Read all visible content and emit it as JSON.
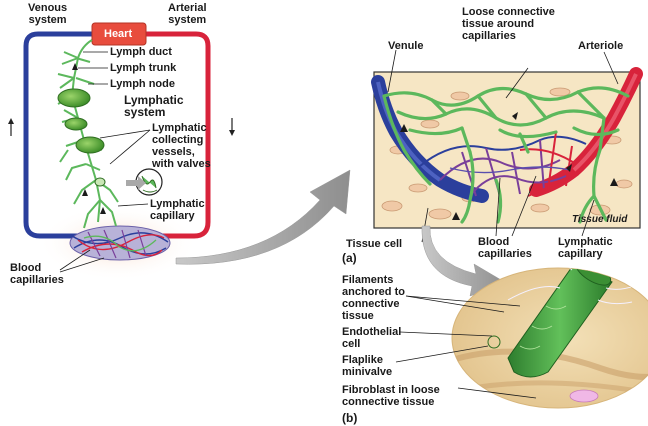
{
  "left": {
    "venous_system": [
      "Venous",
      "system"
    ],
    "arterial_system": [
      "Arterial",
      "system"
    ],
    "heart": "Heart",
    "lymph_duct": "Lymph duct",
    "lymph_trunk": "Lymph trunk",
    "lymph_node": "Lymph node",
    "lymphatic_system": [
      "Lymphatic",
      "system"
    ],
    "collecting_vessels": [
      "Lymphatic",
      "collecting",
      "vessels,",
      "with valves"
    ],
    "lymphatic_capillary": [
      "Lymphatic",
      "capillary"
    ],
    "blood_capillaries": [
      "Blood",
      "capillaries"
    ]
  },
  "panel_a": {
    "venule": "Venule",
    "loose_tissue": [
      "Loose connective",
      "tissue around",
      "capillaries"
    ],
    "arteriole": "Arteriole",
    "tissue_fluid": "Tissue fluid",
    "tissue_cell": "Tissue cell",
    "label": "(a)",
    "blood_capillaries": [
      "Blood",
      "capillaries"
    ],
    "lymphatic_capillary": [
      "Lymphatic",
      "capillary"
    ]
  },
  "panel_b": {
    "filaments": [
      "Filaments",
      "anchored to",
      "connective",
      "tissue"
    ],
    "endothelial": [
      "Endothelial",
      "cell"
    ],
    "flaplike": [
      "Flaplike",
      "minivalve"
    ],
    "fibroblast": [
      "Fibroblast in loose",
      "connective tissue"
    ],
    "label": "(b)"
  },
  "colors": {
    "vein": "#2b3f9c",
    "artery": "#d8233b",
    "lymph": "#5cb85c",
    "tissue": "#f6e6c4",
    "heart": "#e84c3d"
  }
}
